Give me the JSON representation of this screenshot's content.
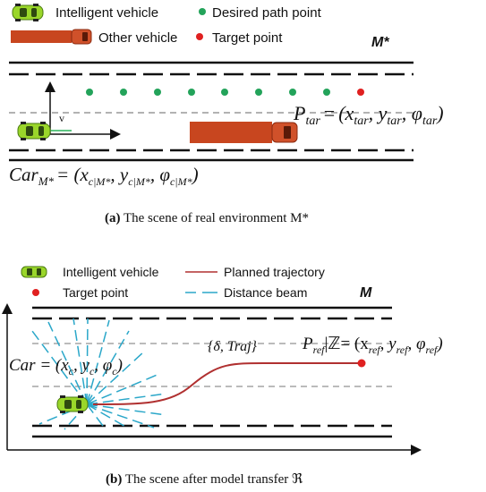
{
  "colors": {
    "intelligent_vehicle": "#9ad62a",
    "other_vehicle": "#c8461f",
    "desired_point": "#23a35a",
    "target_point": "#e02020",
    "trajectory": "#b03030",
    "beam": "#2aa7c9",
    "road": "#111111"
  },
  "panel_a": {
    "legend": {
      "intelligent_vehicle": "Intelligent vehicle",
      "desired_path_point": "Desired path point",
      "other_vehicle": "Other vehicle",
      "target_point": "Target point"
    },
    "map_label": "M*",
    "axis_label": "v",
    "target_formula": {
      "lhs": "P",
      "lhs_sub": "tar",
      "eq": "=",
      "body": "(x",
      "x_sub": "tar",
      "y": ", y",
      "y_sub": "tar",
      "phi": ", φ",
      "phi_sub": "tar",
      "close": ")"
    },
    "car_formula": {
      "lhs": "Car",
      "lhs_sub": "M*",
      "eq": "= (x",
      "x_sub": "c|M*",
      "y": ", y",
      "y_sub": "c|M*",
      "phi": ", φ",
      "phi_sub": "c|M*",
      "close": ")"
    },
    "caption_label": "(a)",
    "caption_text": " The scene of real environment M*"
  },
  "panel_b": {
    "legend": {
      "intelligent_vehicle": "Intelligent vehicle",
      "planned_trajectory": "Planned trajectory",
      "target_point": "Target point",
      "distance_beam": "Distance beam"
    },
    "map_label": "M",
    "car_formula": {
      "lhs": "Car",
      "eq": " = (x",
      "x_sub": "c",
      "y": ", y",
      "y_sub": "c",
      "phi": ", φ",
      "phi_sub": "c",
      "close": ")"
    },
    "action_label": "{δ, Traj}",
    "target_formula": {
      "lhs": "P",
      "lhs_sub": "ref",
      "mid": "|ℤ= (x",
      "x_sub": "ref",
      "y": ", y",
      "y_sub": "ref",
      "phi": ", φ",
      "phi_sub": "ref",
      "close": ")"
    },
    "caption_label": "(b)",
    "caption_text": " The scene after model transfer  ℜ"
  }
}
